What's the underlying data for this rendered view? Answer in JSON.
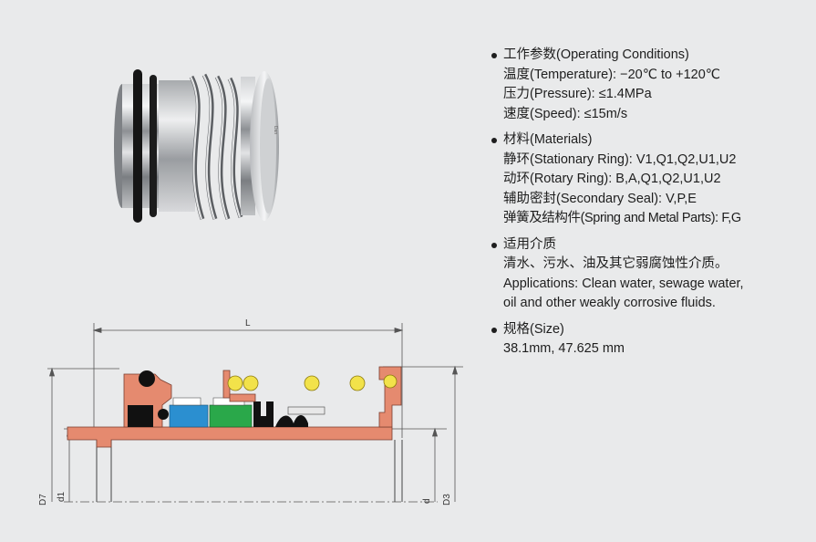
{
  "drawing": {
    "dim_L": "L",
    "dim_D7": "D7",
    "dim_d1": "d1",
    "dim_d": "d",
    "dim_D3": "D3"
  },
  "spec": {
    "operating": {
      "heading": "工作参数(Operating Conditions)",
      "lines": [
        "温度(Temperature): −20℃ to +120℃",
        "压力(Pressure): ≤1.4MPa",
        "速度(Speed): ≤15m/s"
      ]
    },
    "materials": {
      "heading": "材料(Materials)",
      "lines": [
        "静环(Stationary Ring): V1,Q1,Q2,U1,U2",
        "动环(Rotary Ring): B,A,Q1,Q2,U1,U2",
        "辅助密封(Secondary Seal): V,P,E",
        "弹簧及结构件(Spring and Metal Parts): F,G"
      ]
    },
    "media": {
      "heading": "适用介质",
      "lines": [
        "清水、污水、油及其它弱腐蚀性介质。",
        "Applications: Clean water, sewage water,",
        "oil and other weakly corrosive fluids."
      ]
    },
    "size": {
      "heading": "规格(Size)",
      "lines": [
        "38.1mm, 47.625 mm"
      ]
    }
  },
  "colors": {
    "background": "#e9eaeb",
    "metal_parts": "#e58a6f",
    "rotary_ring": "#2b8fd0",
    "stationary_ring": "#2aa84a",
    "spring_coil": "#f2e24a",
    "elastomer": "#111111"
  }
}
